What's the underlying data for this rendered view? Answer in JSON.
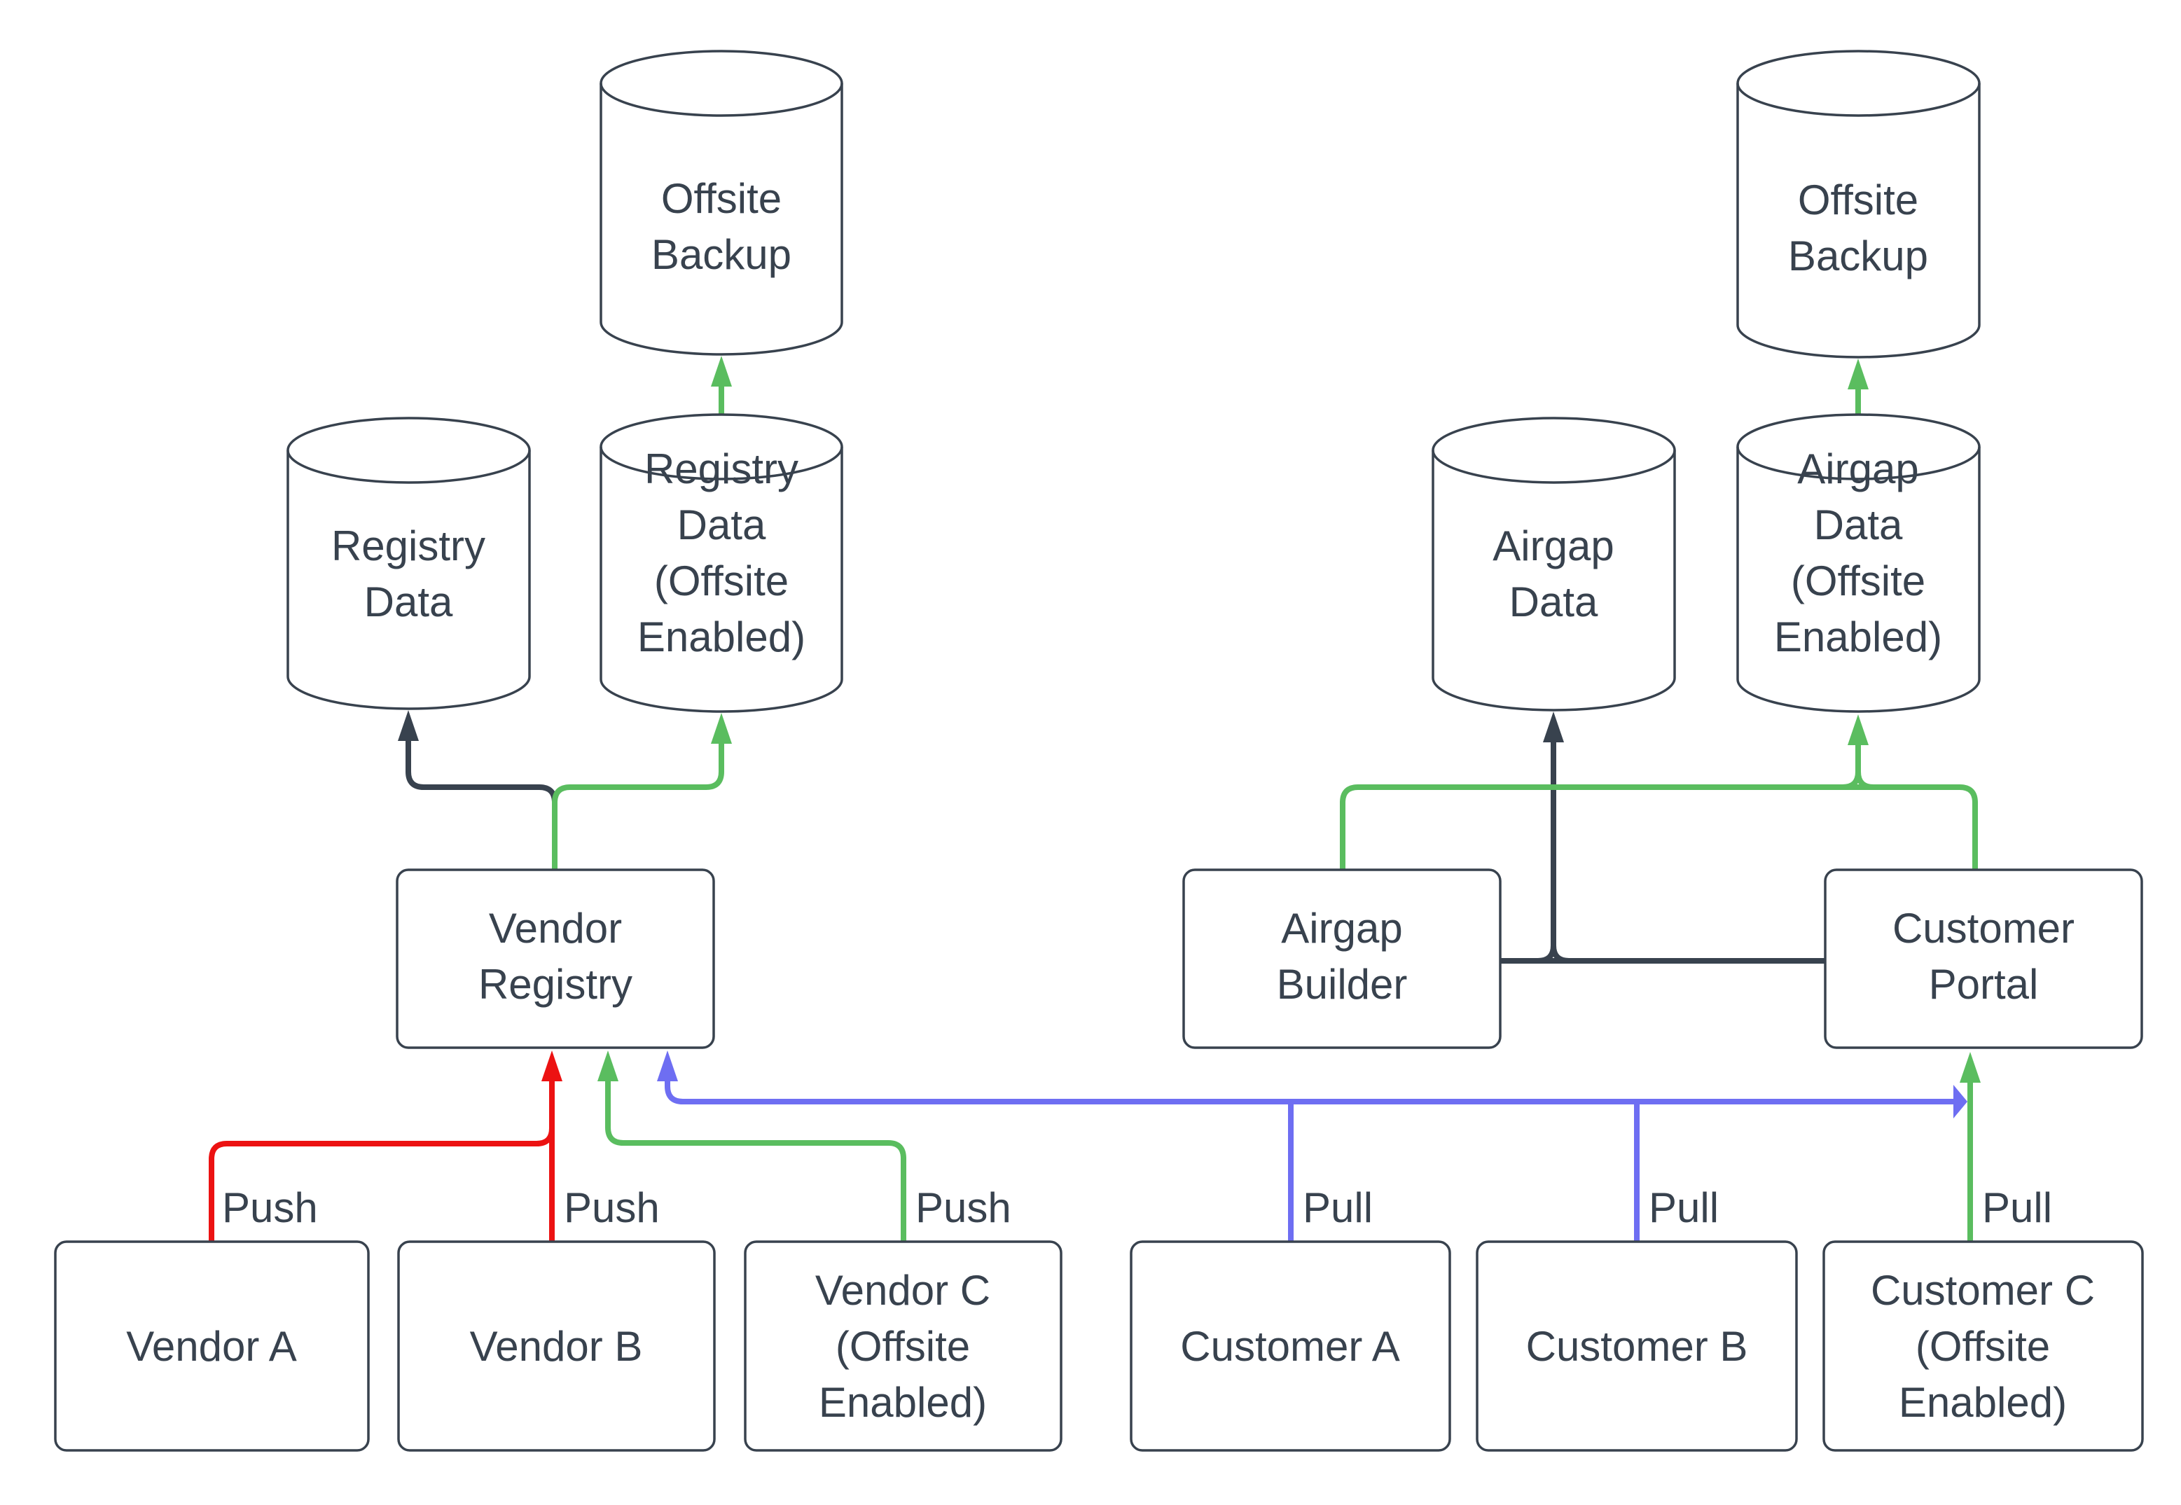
{
  "colors": {
    "ink": "#38424E",
    "red": "#EC1212",
    "green": "#5ABD5F",
    "blue": "#6E6EF2",
    "node_fill": "#FFFFFF",
    "background": "#FFFFFF"
  },
  "nodes": {
    "offsite_backup_left": {
      "label": "Offsite\nBackup"
    },
    "registry_data": {
      "label": "Registry\nData"
    },
    "registry_data_offsite": {
      "label": "Registry\nData\n(Offsite\nEnabled)"
    },
    "vendor_registry": {
      "label": "Vendor\nRegistry"
    },
    "vendor_a": {
      "label": "Vendor A"
    },
    "vendor_b": {
      "label": "Vendor B"
    },
    "vendor_c": {
      "label": "Vendor C\n(Offsite\nEnabled)"
    },
    "airgap_data": {
      "label": "Airgap\nData"
    },
    "airgap_data_offsite": {
      "label": "Airgap\nData\n(Offsite\nEnabled)"
    },
    "offsite_backup_right": {
      "label": "Offsite\nBackup"
    },
    "airgap_builder": {
      "label": "Airgap\nBuilder"
    },
    "customer_portal": {
      "label": "Customer\nPortal"
    },
    "customer_a": {
      "label": "Customer A"
    },
    "customer_b": {
      "label": "Customer B"
    },
    "customer_c": {
      "label": "Customer C\n(Offsite\nEnabled)"
    }
  },
  "edge_labels": {
    "push_vendor_a": "Push",
    "push_vendor_b": "Push",
    "push_vendor_c": "Push",
    "pull_customer_a": "Pull",
    "pull_customer_b": "Pull",
    "pull_customer_c": "Pull"
  }
}
